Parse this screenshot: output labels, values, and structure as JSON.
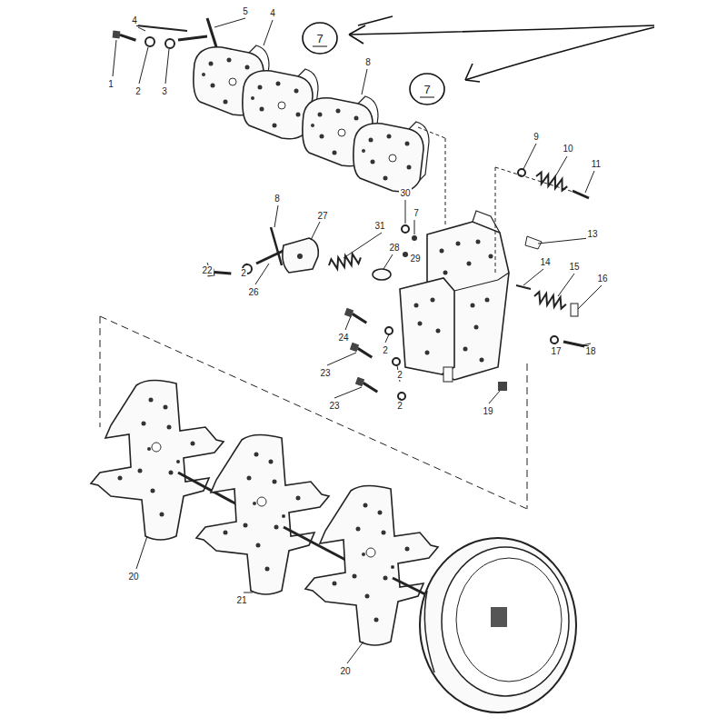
{
  "diagram": {
    "nodes": [
      {
        "text": [
          "7"
        ]
      },
      {
        "text": [
          "7"
        ]
      }
    ],
    "labels": [
      "4",
      "5",
      "4",
      "1",
      "2",
      "3",
      "8",
      "9",
      "10",
      "11",
      "8",
      "27",
      "30",
      "7",
      "31",
      "28",
      "29",
      "22",
      "2",
      "26",
      "13",
      "14",
      "15",
      "16",
      "24",
      "2",
      "23",
      "2",
      "23",
      "2",
      "17",
      "18",
      "19",
      "20",
      "21",
      "20"
    ]
  }
}
